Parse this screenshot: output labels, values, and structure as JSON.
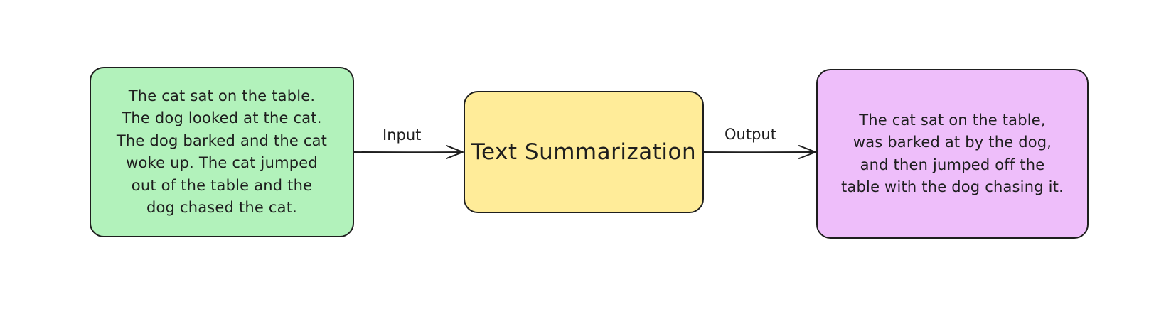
{
  "diagram": {
    "input_box": {
      "text": "The cat sat on the table.\nThe dog looked at the cat.\nThe dog barked and the cat\nwoke up. The cat jumped\nout of the table and the\ndog chased the cat.",
      "fill": "#b2f2bb"
    },
    "process_box": {
      "title": "Text Summarization",
      "fill": "#ffec99"
    },
    "output_box": {
      "text": "The cat sat on the table,\nwas barked at by the dog,\nand then jumped off the\ntable with the dog chasing it.",
      "fill": "#eebefa"
    },
    "edges": {
      "input_label": "Input",
      "output_label": "Output"
    },
    "stroke_color": "#1e1e1e"
  }
}
